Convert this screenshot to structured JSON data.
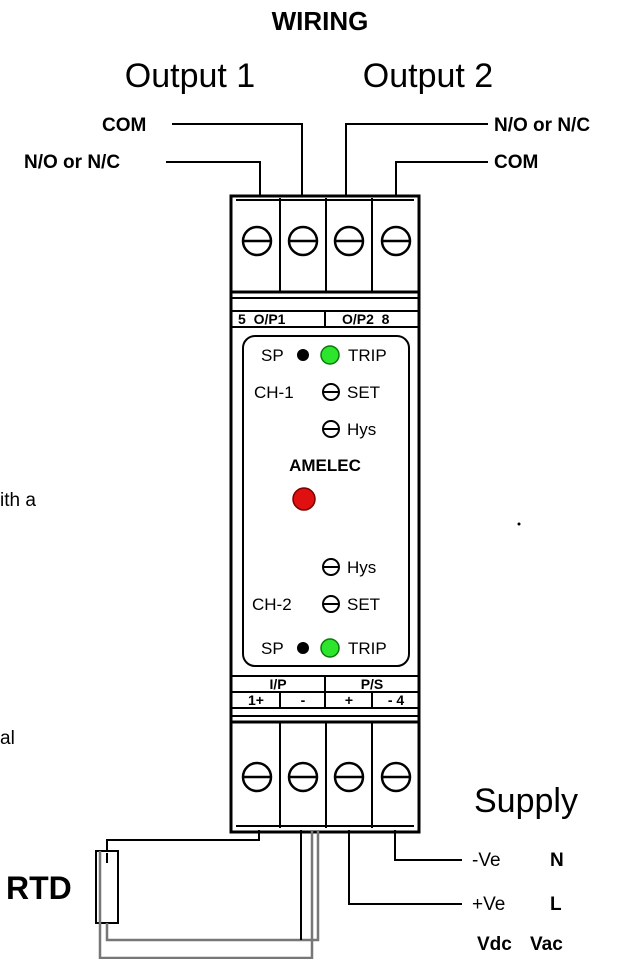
{
  "title": "WIRING",
  "output1": {
    "heading": "Output 1",
    "com": "COM",
    "no_nc": "N/O or N/C"
  },
  "output2": {
    "heading": "Output 2",
    "no_nc": "N/O or N/C",
    "com": "COM"
  },
  "module": {
    "top_terminal_left": "5  O/P1",
    "top_terminal_right": "O/P2  8",
    "ch1": {
      "sp": "SP",
      "trip": "TRIP",
      "channel": "CH-1",
      "set": "SET",
      "hys": "Hys"
    },
    "brand": "AMELEC",
    "ch2": {
      "hys": "Hys",
      "channel": "CH-2",
      "set": "SET",
      "sp": "SP",
      "trip": "TRIP"
    },
    "ip_label": "I/P",
    "ps_label": "P/S",
    "terminal_1": "1+",
    "terminal_2": "-",
    "terminal_3": "+",
    "terminal_4": "- 4"
  },
  "supply": {
    "heading": "Supply",
    "neg_ve": "-Ve",
    "neg_ac": "N",
    "pos_ve": "+Ve",
    "pos_ac": "L",
    "dc": "Vdc",
    "ac": "Vac"
  },
  "rtd_label": "RTD",
  "left_fragments": [
    "ith a",
    "al"
  ],
  "colors": {
    "led_green": "#2ee52e",
    "led_red": "#e01010",
    "line": "#000000",
    "wire_grey": "#777777"
  }
}
